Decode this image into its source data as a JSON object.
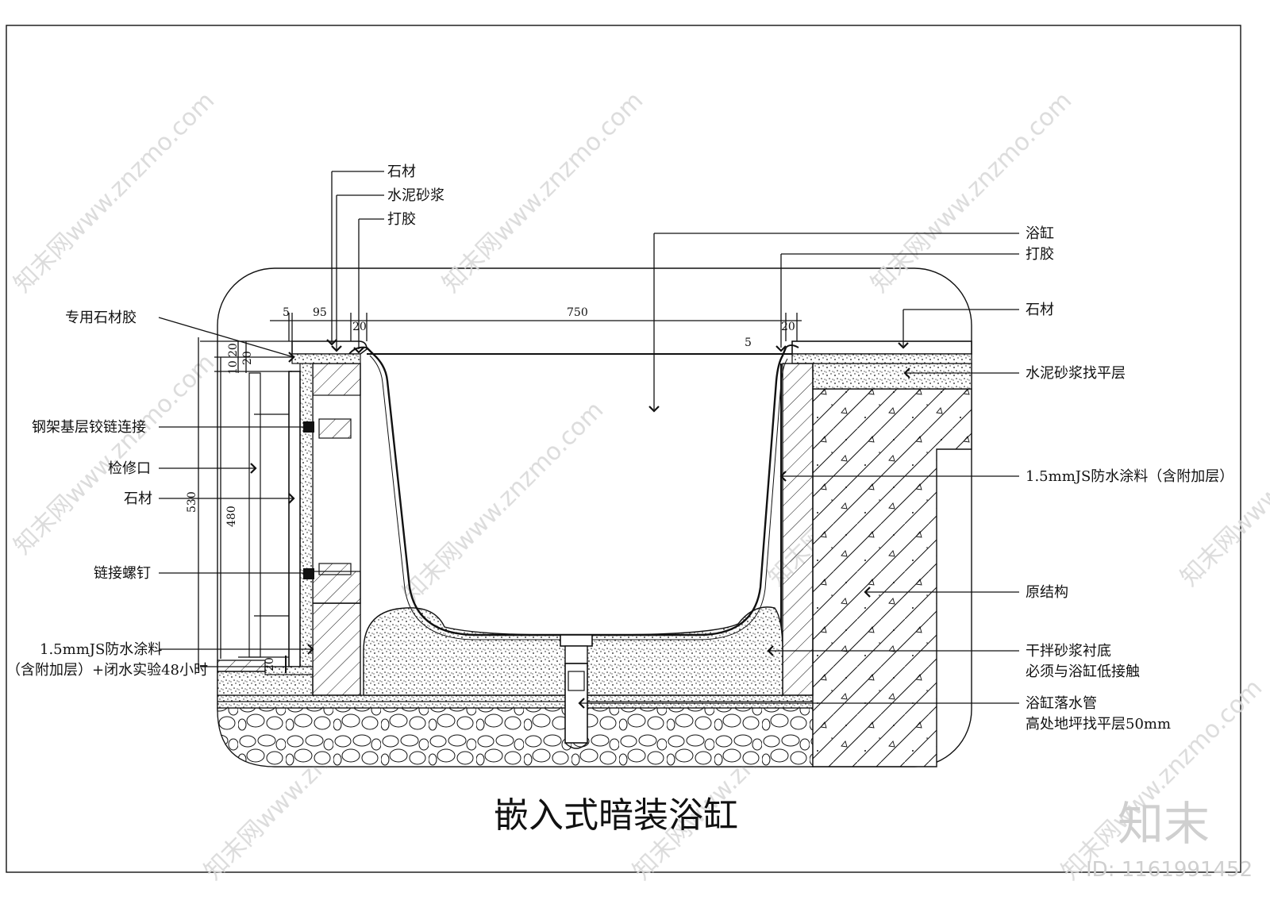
{
  "drawing": {
    "title": "嵌入式暗装浴缸",
    "labels_left": {
      "stone_glue": "专用石材胶",
      "hinge": "钢架基层铰链连接",
      "access_port": "检修口",
      "stone": "石材",
      "screw": "链接螺钉",
      "waterproof_1": "1.5mmJS防水涂料",
      "waterproof_2": "（含附加层）+闭水实验48小时"
    },
    "labels_top": {
      "stone": "石材",
      "mortar": "水泥砂浆",
      "sealant": "打胶"
    },
    "labels_right": {
      "bathtub": "浴缸",
      "sealant": "打胶",
      "stone": "石材",
      "leveling": "水泥砂浆找平层",
      "waterproof": "1.5mmJS防水涂料（含附加层）",
      "structure": "原结构",
      "dry_mortar_1": "干拌砂浆衬底",
      "dry_mortar_2": "必须与浴缸低接触",
      "drain_1": "浴缸落水管",
      "drain_2": "高处地坪找平层50mm"
    },
    "dimensions": {
      "d5": "5",
      "d95": "95",
      "d20a": "20",
      "d750": "750",
      "d20b": "20",
      "d5b": "5",
      "d20v": "20",
      "d10v": "10",
      "d20v2": "20",
      "d530": "530",
      "d480": "480",
      "d20c": "20"
    }
  },
  "watermark": {
    "text": "知末网www.znzmo.com",
    "brand": "知末",
    "id": "ID: 1161991452"
  }
}
